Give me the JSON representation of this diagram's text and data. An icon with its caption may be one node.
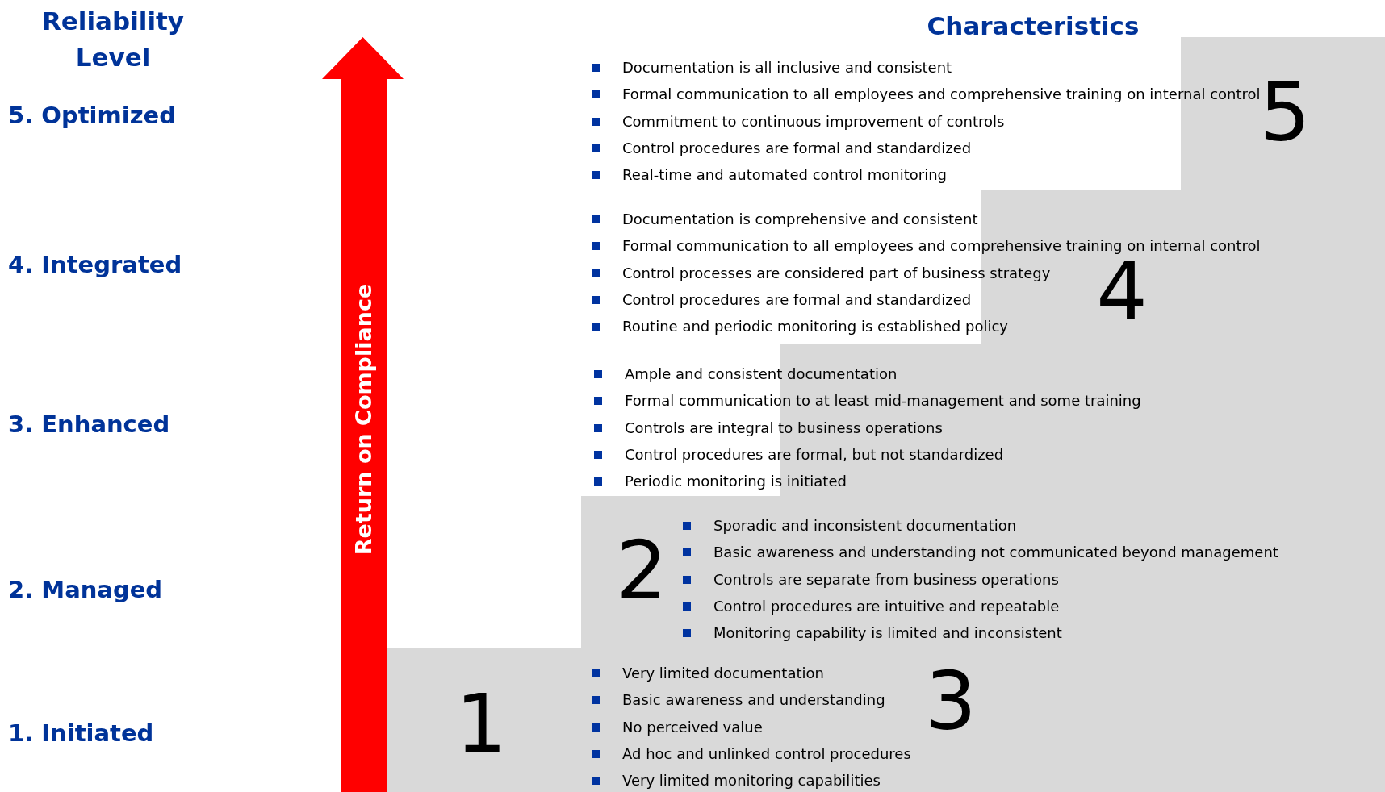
{
  "diagram": {
    "nodes": [
      {
        "text": [
          "Return on Compliance"
        ]
      },
      {
        "text": [
          "1"
        ]
      },
      {
        "text": [
          "2"
        ]
      },
      {
        "text": [
          "3"
        ]
      },
      {
        "text": [
          "4"
        ]
      },
      {
        "text": [
          "5"
        ]
      }
    ],
    "labels": [
      "Reliability Level",
      "Characteristics",
      "5. Optimized",
      "4. Integrated",
      "3. Enhanced",
      "2. Managed",
      "1. Initiated",
      "Documentation is all inclusive and consistent",
      "Formal communication to all employees and comprehensive training on internal control",
      "Commitment to continuous improvement of controls",
      "Control procedures are formal and standardized",
      "Real-time and automated control monitoring",
      "Documentation is comprehensive and consistent",
      "Formal communication to all employees and comprehensive training on internal control",
      "Control processes are considered part of business strategy",
      "Control procedures are formal and standardized",
      "Routine and periodic monitoring is established policy",
      "Ample and consistent documentation",
      "Formal communication to at least mid-management and some training",
      "Controls are integral to business operations",
      "Control procedures are formal, but not standardized",
      "Periodic monitoring is initiated",
      "Sporadic and inconsistent documentation",
      "Basic awareness and understanding not communicated beyond management",
      "Controls are separate from business operations",
      "Control procedures are intuitive and repeatable",
      "Monitoring capability is limited and inconsistent",
      "Very limited documentation",
      "Basic awareness and understanding",
      "No perceived value",
      "Ad hoc and unlinked control procedures",
      "Very limited monitoring capabilities"
    ]
  }
}
